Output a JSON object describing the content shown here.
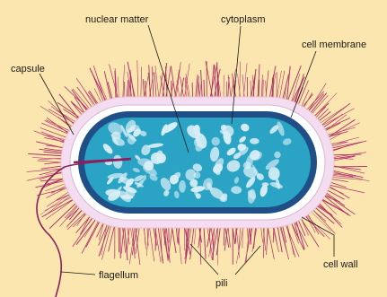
{
  "diagram": {
    "labels": {
      "nuclear_matter": "nuclear matter",
      "cytoplasm": "cytoplasm",
      "cell_membrane": "cell membrane",
      "capsule": "capsule",
      "flagellum": "flagellum",
      "pili": "pili",
      "cell_wall": "cell wall"
    },
    "colors": {
      "background": "#fbe6b0",
      "pili": "#b0306a",
      "capsule": "#f4ddf0",
      "cell_wall": "#ffffff",
      "cell_membrane": "#1f4f86",
      "cytoplasm": "#2aa3c4",
      "nuclear_matter": "#d8eef6",
      "flagellum": "#8a2060"
    }
  }
}
